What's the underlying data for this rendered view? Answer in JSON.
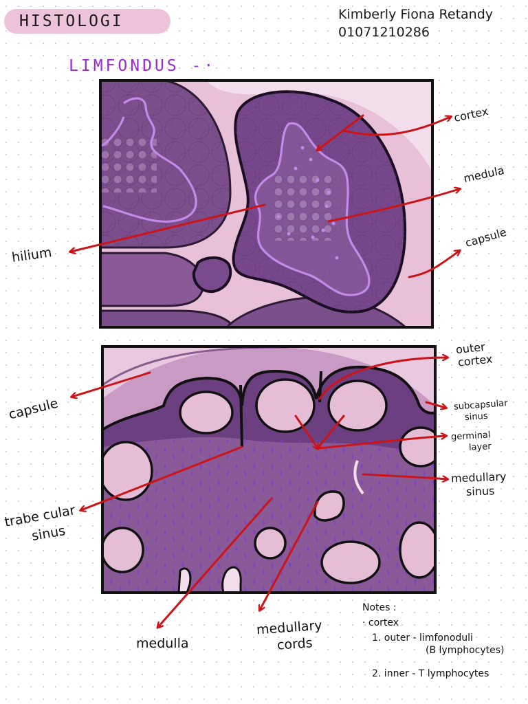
{
  "header": {
    "title": "HISTOLOGI",
    "author_name": "Kimberly Fiona Retandy",
    "author_id": "01071210286"
  },
  "subtitle": "LIMFONDUS -·",
  "panel1": {
    "labels": {
      "cortex": "cortex",
      "medula": "medula",
      "capsule": "capsule",
      "hilium": "hilium"
    }
  },
  "panel2": {
    "labels": {
      "outer_cortex_1": "outer",
      "outer_cortex_2": "cortex",
      "subcapsular_1": "subcapsular",
      "subcapsular_2": "sinus",
      "germinal_1": "germinal",
      "germinal_2": "layer",
      "medullary_sinus_1": "medullary",
      "medullary_sinus_2": "sinus",
      "capsule": "capsule",
      "trabecular_1": "trabe cular",
      "trabecular_2": "sinus",
      "medulla": "medulla",
      "medullary_cords_1": "medullary",
      "medullary_cords_2": "cords"
    }
  },
  "notes": {
    "heading": "Notes :",
    "item": "· cortex",
    "line1": "1. outer - limfonoduli",
    "line1b": "(B lymphocytes)",
    "line2": "2. inner - T lymphocytes"
  },
  "colors": {
    "tissue_purple": "#8a5a98",
    "cortex_purple": "#6c3f80",
    "lilac_outline": "#c28bea",
    "pink_bg": "#e8c0d8",
    "arrow_red": "#cc1418",
    "subtitle_purple": "#9a2bd6"
  }
}
